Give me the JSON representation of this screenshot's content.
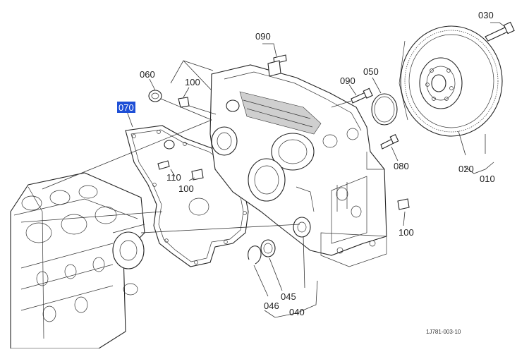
{
  "callouts": {
    "c030": "030",
    "c090a": "090",
    "c060": "060",
    "c100a": "100",
    "c050": "050",
    "c090b": "090",
    "c070": "070",
    "c080": "080",
    "c020": "020",
    "c010": "010",
    "c110": "110",
    "c100b": "100",
    "c100c": "100",
    "c045": "045",
    "c046": "046",
    "c040": "040"
  },
  "drawing_code": "1J781-003-10",
  "colors": {
    "highlight": "#1e4fd6",
    "line": "#222222"
  }
}
